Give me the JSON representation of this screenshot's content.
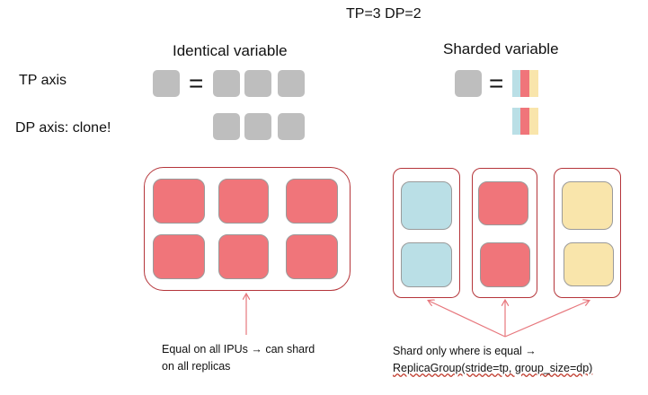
{
  "title": "TP=3 DP=2",
  "headings": {
    "identical": "Identical variable",
    "sharded": "Sharded variable"
  },
  "axes": {
    "tp": "TP axis",
    "dp": "DP axis: clone!"
  },
  "equals": "=",
  "notes": {
    "identical_line1": "Equal on all IPUs → can shard",
    "identical_line2": "on all replicas",
    "sharded_line1": "Shard only where is equal →",
    "sharded_line2": "ReplicaGroup(stride=tp, group_size=dp)"
  },
  "colors": {
    "gray_block": "#bebebe",
    "red": "#f0757a",
    "blue": "#badfe6",
    "yellow": "#f9e5ab",
    "frame_border": "#b5353a",
    "arrow": "#e7777d"
  }
}
